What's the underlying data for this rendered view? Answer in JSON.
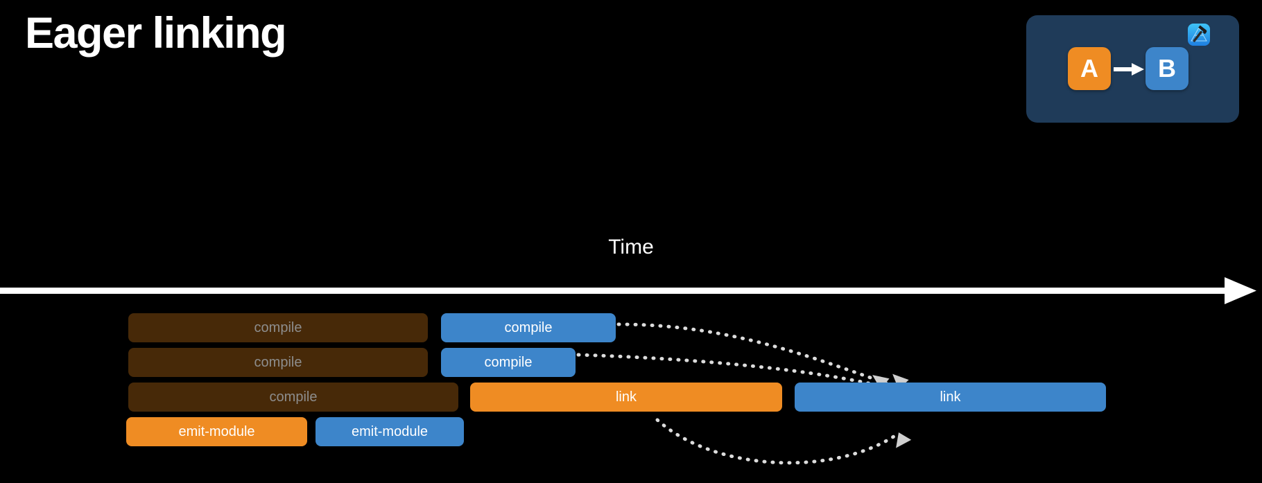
{
  "slide": {
    "title": "Eager linking",
    "background_color": "#000000"
  },
  "module_panel": {
    "background_color": "#1f3b59",
    "node_a": {
      "label": "A",
      "color": "#ef8c23"
    },
    "node_b": {
      "label": "B",
      "color": "#3d85ca"
    },
    "arrow_icon": "arrow-right-icon",
    "app_icon": "xcode-icon"
  },
  "timeline": {
    "axis_label": "Time",
    "axis_color": "#ffffff",
    "axis_arrow_icon": "arrow-right-icon"
  },
  "colors": {
    "orange_active": "#ef8c23",
    "orange_dim": "#472908",
    "blue_active": "#3d85ca",
    "text_dim": "#8d8d8d",
    "text_active": "#ffffff",
    "dotted_arrow": "#dcdcdc"
  },
  "chart_data": {
    "type": "bar",
    "title": "Eager linking",
    "xlabel": "Time",
    "ylabel": "",
    "grid": false,
    "legend": "none",
    "rows": [
      {
        "row": 1,
        "tasks": [
          {
            "label": "compile",
            "module": "A",
            "state": "dimmed",
            "start": 185,
            "end": 617,
            "color": "#472908",
            "text_color": "#8d8d8d"
          },
          {
            "label": "compile",
            "module": "B",
            "state": "active",
            "start": 636,
            "end": 888,
            "color": "#3d85ca",
            "text_color": "#ffffff"
          }
        ]
      },
      {
        "row": 2,
        "tasks": [
          {
            "label": "compile",
            "module": "A",
            "state": "dimmed",
            "start": 185,
            "end": 617,
            "color": "#472908",
            "text_color": "#8d8d8d"
          },
          {
            "label": "compile",
            "module": "B",
            "state": "active",
            "start": 636,
            "end": 830,
            "color": "#3d85ca",
            "text_color": "#ffffff"
          }
        ]
      },
      {
        "row": 3,
        "tasks": [
          {
            "label": "compile",
            "module": "A",
            "state": "dimmed",
            "start": 185,
            "end": 661,
            "color": "#472908",
            "text_color": "#8d8d8d"
          },
          {
            "label": "link",
            "module": "A",
            "state": "active",
            "start": 678,
            "end": 1128,
            "color": "#ef8c23",
            "text_color": "#ffffff"
          },
          {
            "label": "link",
            "module": "B",
            "state": "active",
            "start": 1146,
            "end": 1595,
            "color": "#3d85ca",
            "text_color": "#ffffff"
          }
        ]
      },
      {
        "row": 4,
        "tasks": [
          {
            "label": "emit-module",
            "module": "A",
            "state": "active",
            "start": 182,
            "end": 443,
            "color": "#ef8c23",
            "text_color": "#ffffff"
          },
          {
            "label": "emit-module",
            "module": "B",
            "state": "active",
            "start": 455,
            "end": 669,
            "color": "#3d85ca",
            "text_color": "#ffffff"
          }
        ]
      }
    ],
    "dependencies": [
      {
        "from": "row1-compile-B",
        "to": "link-B",
        "style": "dotted",
        "arrowhead": true
      },
      {
        "from": "row2-compile-B",
        "to": "link-B",
        "style": "dotted",
        "arrowhead": true
      },
      {
        "from": "link-A",
        "to": "link-B",
        "style": "dotted",
        "arrowhead": true
      }
    ]
  }
}
